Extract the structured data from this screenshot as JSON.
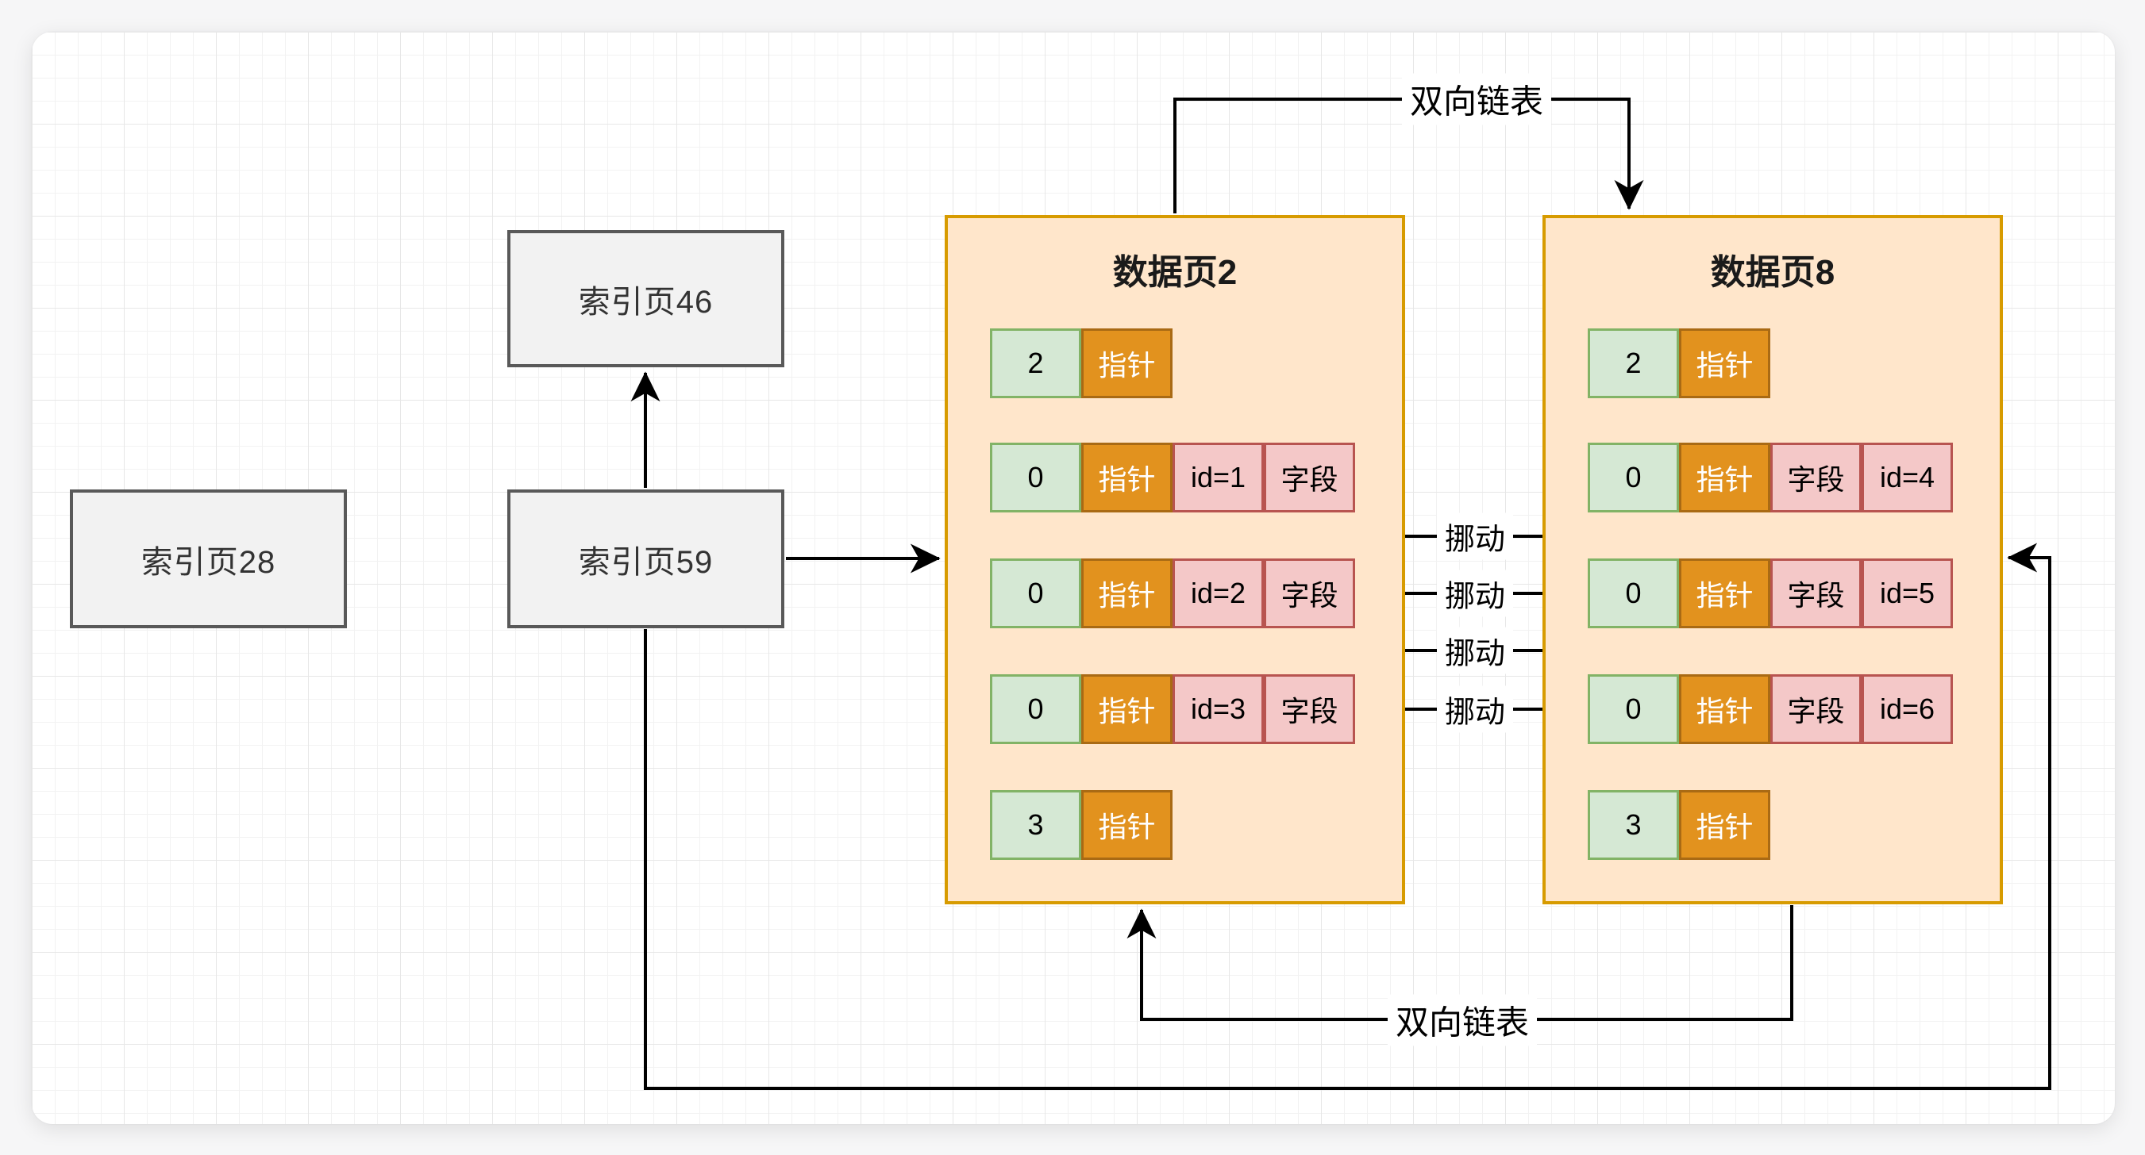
{
  "diagram": {
    "index_pages": [
      {
        "label": "索引页28"
      },
      {
        "label": "索引页46"
      },
      {
        "label": "索引页59"
      }
    ],
    "data_pages": [
      {
        "title": "数据页2",
        "rows": [
          {
            "cells": [
              {
                "kind": "count",
                "text": "2"
              },
              {
                "kind": "pointer",
                "text": "指针"
              }
            ]
          },
          {
            "cells": [
              {
                "kind": "count",
                "text": "0"
              },
              {
                "kind": "pointer",
                "text": "指针"
              },
              {
                "kind": "record",
                "text": "id=1"
              },
              {
                "kind": "record",
                "text": "字段"
              }
            ]
          },
          {
            "cells": [
              {
                "kind": "count",
                "text": "0"
              },
              {
                "kind": "pointer",
                "text": "指针"
              },
              {
                "kind": "record",
                "text": "id=2"
              },
              {
                "kind": "record",
                "text": "字段"
              }
            ]
          },
          {
            "cells": [
              {
                "kind": "count",
                "text": "0"
              },
              {
                "kind": "pointer",
                "text": "指针"
              },
              {
                "kind": "record",
                "text": "id=3"
              },
              {
                "kind": "record",
                "text": "字段"
              }
            ]
          },
          {
            "cells": [
              {
                "kind": "count",
                "text": "3"
              },
              {
                "kind": "pointer",
                "text": "指针"
              }
            ]
          }
        ]
      },
      {
        "title": "数据页8",
        "rows": [
          {
            "cells": [
              {
                "kind": "count",
                "text": "2"
              },
              {
                "kind": "pointer",
                "text": "指针"
              }
            ]
          },
          {
            "cells": [
              {
                "kind": "count",
                "text": "0"
              },
              {
                "kind": "pointer",
                "text": "指针"
              },
              {
                "kind": "record",
                "text": "字段"
              },
              {
                "kind": "record",
                "text": "id=4"
              }
            ]
          },
          {
            "cells": [
              {
                "kind": "count",
                "text": "0"
              },
              {
                "kind": "pointer",
                "text": "指针"
              },
              {
                "kind": "record",
                "text": "字段"
              },
              {
                "kind": "record",
                "text": "id=5"
              }
            ]
          },
          {
            "cells": [
              {
                "kind": "count",
                "text": "0"
              },
              {
                "kind": "pointer",
                "text": "指针"
              },
              {
                "kind": "record",
                "text": "字段"
              },
              {
                "kind": "record",
                "text": "id=6"
              }
            ]
          },
          {
            "cells": [
              {
                "kind": "count",
                "text": "3"
              },
              {
                "kind": "pointer",
                "text": "指针"
              }
            ]
          }
        ]
      }
    ],
    "edge_labels": {
      "doubly_linked_top": "双向链表",
      "doubly_linked_bottom": "双向链表",
      "move_1": "挪动",
      "move_2": "挪动",
      "move_3": "挪动",
      "move_4": "挪动"
    },
    "colors": {
      "page_fill": "#ffe6cb",
      "page_border": "#d79b00",
      "count_fill": "#d5e8d4",
      "count_border": "#82b366",
      "pointer_fill": "#e2921e",
      "pointer_border": "#a96a14",
      "record_fill": "#f4c8c8",
      "record_border": "#b85450",
      "index_fill": "#f2f2f2",
      "index_border": "#595959",
      "connector": "#000000"
    }
  }
}
